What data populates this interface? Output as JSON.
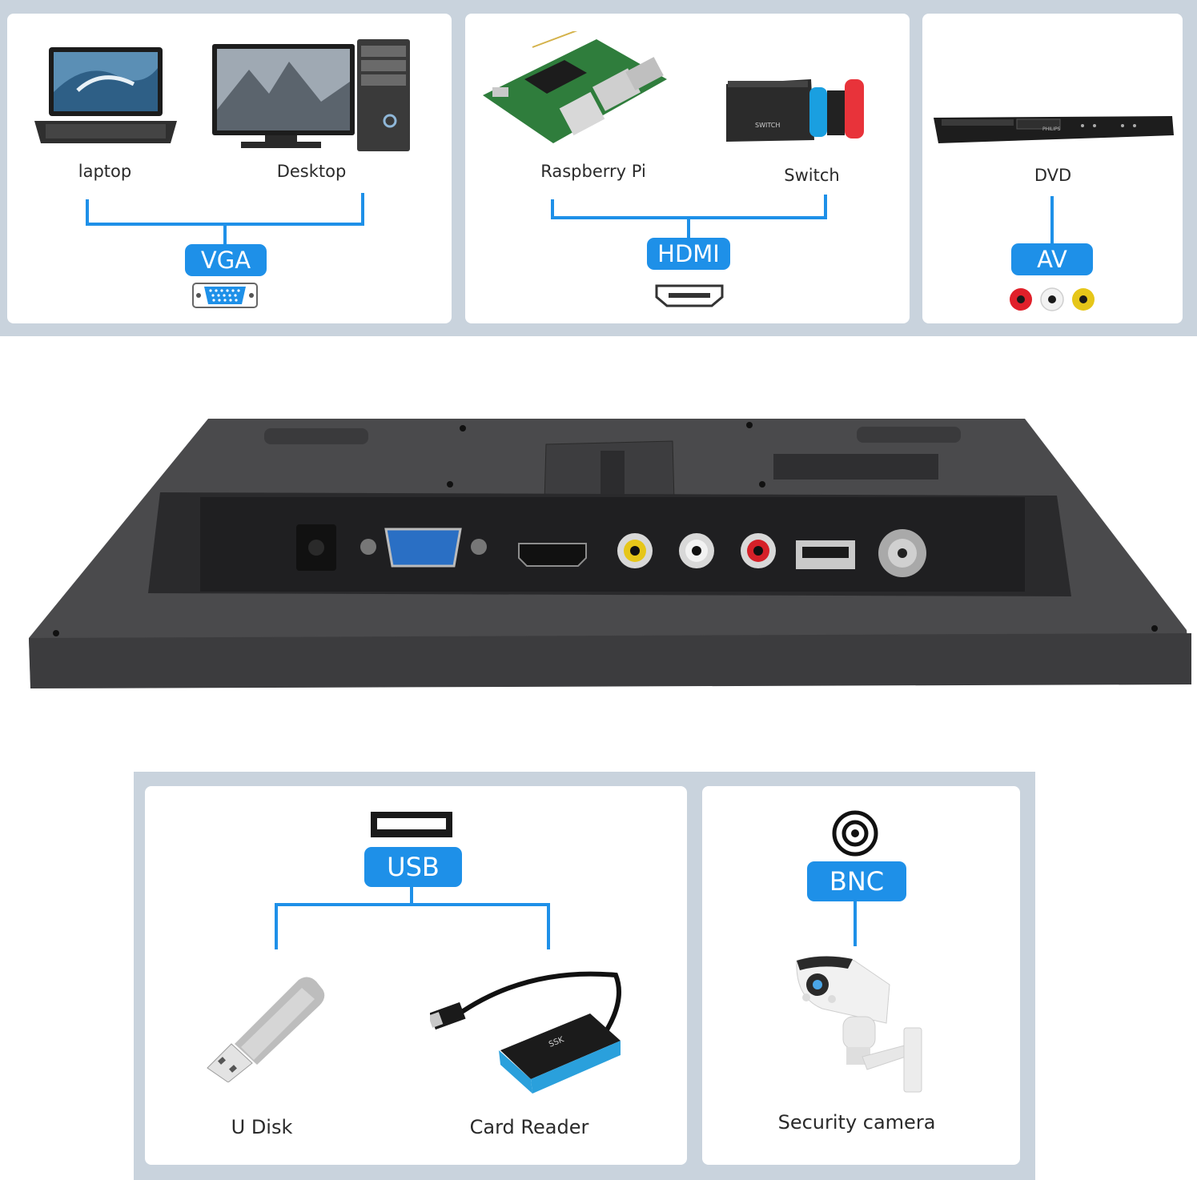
{
  "colors": {
    "accent": "#1e90e8",
    "band": "#c9d3dd",
    "panel": "#ffffff"
  },
  "top_panels": {
    "vga": {
      "badge": "VGA",
      "devices": [
        "laptop",
        "Desktop"
      ],
      "icons": [
        "laptop-icon",
        "desktop-pc-icon",
        "vga-port-icon"
      ]
    },
    "hdmi": {
      "badge": "HDMI",
      "devices": [
        "Raspberry Pi",
        "Switch"
      ],
      "icons": [
        "raspberry-pi-icon",
        "game-console-icon",
        "hdmi-port-icon"
      ]
    },
    "av": {
      "badge": "AV",
      "devices": [
        "DVD"
      ],
      "icons": [
        "dvd-player-icon",
        "rca-jacks-icon"
      ],
      "jack_colors": [
        "#e0202a",
        "#f2f2f2",
        "#e6c619"
      ]
    }
  },
  "monitor": {
    "ports": [
      "dc-power-port-icon",
      "vga-port-icon",
      "hdmi-port-icon",
      "rca-yellow-port-icon",
      "rca-white-port-icon",
      "rca-red-port-icon",
      "usb-port-icon",
      "bnc-port-icon"
    ]
  },
  "bottom_panels": {
    "usb": {
      "badge": "USB",
      "devices": [
        "U Disk",
        "Card Reader"
      ],
      "icons": [
        "usb-port-icon",
        "usb-flash-drive-icon",
        "card-reader-icon"
      ]
    },
    "bnc": {
      "badge": "BNC",
      "devices": [
        "Security camera"
      ],
      "icons": [
        "bnc-port-icon",
        "security-camera-icon"
      ]
    }
  }
}
